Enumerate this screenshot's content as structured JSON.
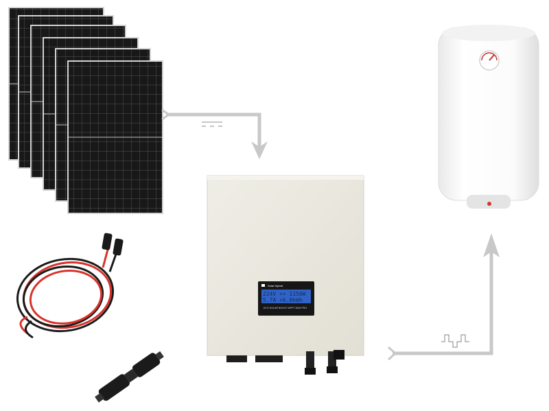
{
  "diagram": {
    "panel_count": 6,
    "colors": {
      "panel": "#1b1b1b",
      "panel_frame": "#cfcfcf",
      "arrow": "#c8c8c8",
      "inverter_body": "#eae8df",
      "lcd": "#2f63c8",
      "heater_body": "#f7f7f7",
      "cable_red": "#d7332b",
      "cable_black": "#1a1a1a"
    },
    "inverter": {
      "brand": "Solar Hybrid",
      "display": {
        "line1": "224V  ++  1156W",
        "line2": "5.7A    +6.8kWh"
      },
      "footer": "ECO SOLAR BOOST  MPPT 3000 PRO"
    },
    "symbols": {
      "dc_icon": "dc-symbol-icon",
      "ac_icon": "square-wave-icon"
    }
  }
}
